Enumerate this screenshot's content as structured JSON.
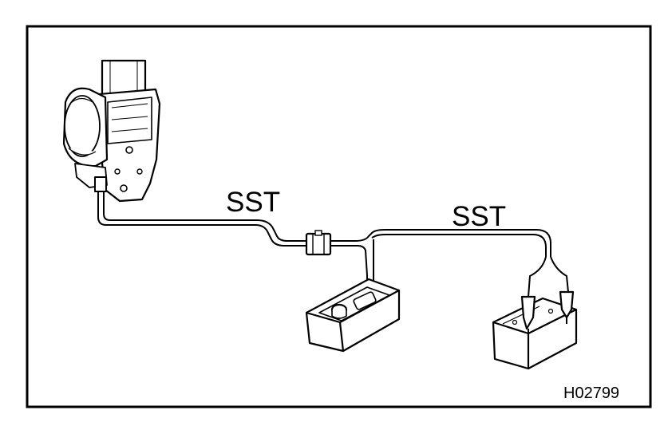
{
  "diagram": {
    "labels": {
      "sst_left": "SST",
      "sst_right": "SST",
      "figure_code": "H02799"
    }
  }
}
